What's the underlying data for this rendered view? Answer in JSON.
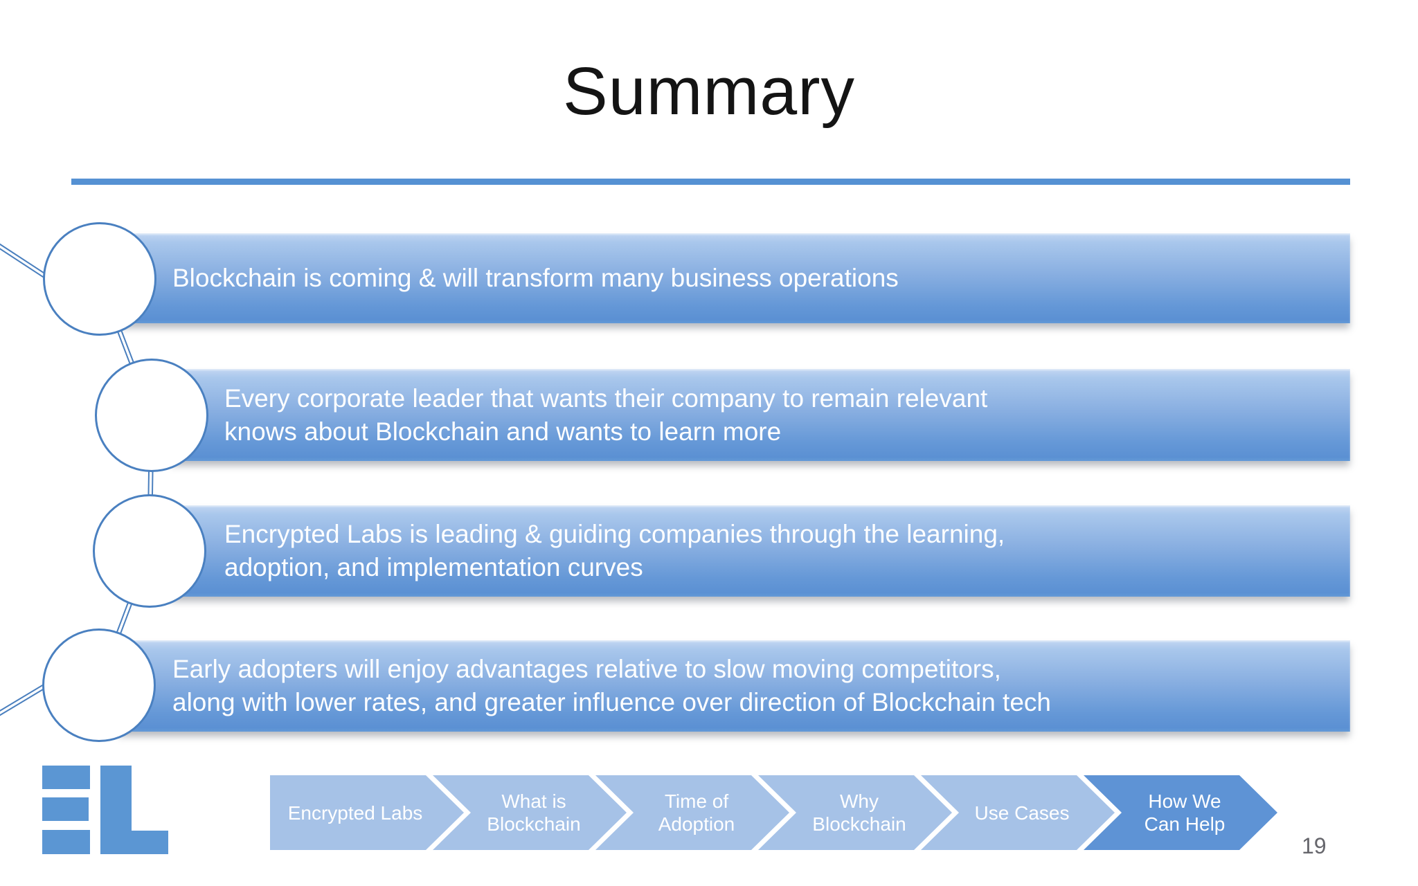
{
  "slide": {
    "title": "Summary",
    "page_number": "19"
  },
  "summary_list": {
    "items": [
      {
        "lines": [
          "Blockchain is coming & will transform many business operations"
        ]
      },
      {
        "lines": [
          "Every corporate leader that wants their company to remain relevant",
          "knows about Blockchain and wants to learn more"
        ]
      },
      {
        "lines": [
          "Encrypted Labs is leading & guiding companies through the learning,",
          "adoption, and implementation curves"
        ]
      },
      {
        "lines": [
          "Early adopters will enjoy advantages relative to slow moving competitors,",
          "along with lower rates, and greater influence over direction of Blockchain tech"
        ]
      }
    ]
  },
  "nav": {
    "items": [
      {
        "lines": [
          "Encrypted Labs"
        ],
        "active": false
      },
      {
        "lines": [
          "What is",
          "Blockchain"
        ],
        "active": false
      },
      {
        "lines": [
          "Time of",
          "Adoption"
        ],
        "active": false
      },
      {
        "lines": [
          "Why",
          "Blockchain"
        ],
        "active": false
      },
      {
        "lines": [
          "Use Cases"
        ],
        "active": false
      },
      {
        "lines": [
          "How We",
          "Can Help"
        ],
        "active": true
      }
    ]
  },
  "logo": {
    "label": "EL"
  },
  "colors": {
    "bar_gradient_top": "#a9c7ec",
    "bar_gradient_bottom": "#5b90d3",
    "chevron": "#a6c2e7",
    "chevron_active": "#5e93d5",
    "circle_border": "#4a80c0",
    "connector_line": "#4a7fbe",
    "title_rule": "#5591d3",
    "logo_blue": "#5b96d3"
  }
}
